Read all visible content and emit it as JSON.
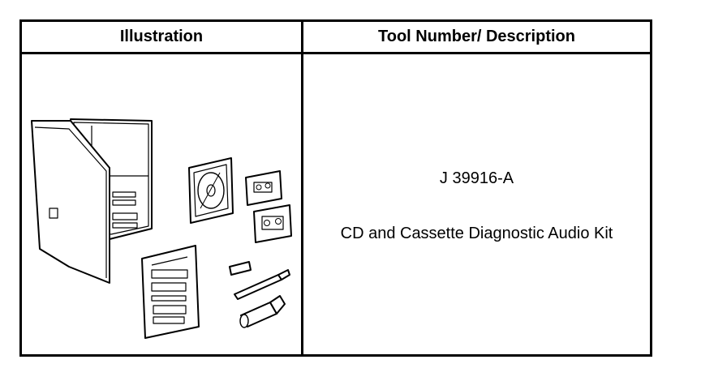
{
  "table": {
    "header_illustration": "Illustration",
    "header_tool": "Tool Number/ Description"
  },
  "tool": {
    "number": "J 39916-A",
    "description": "CD and Cassette Diagnostic Audio Kit"
  },
  "illustration": {
    "subject": "audio-diagnostic-kit-drawing"
  }
}
